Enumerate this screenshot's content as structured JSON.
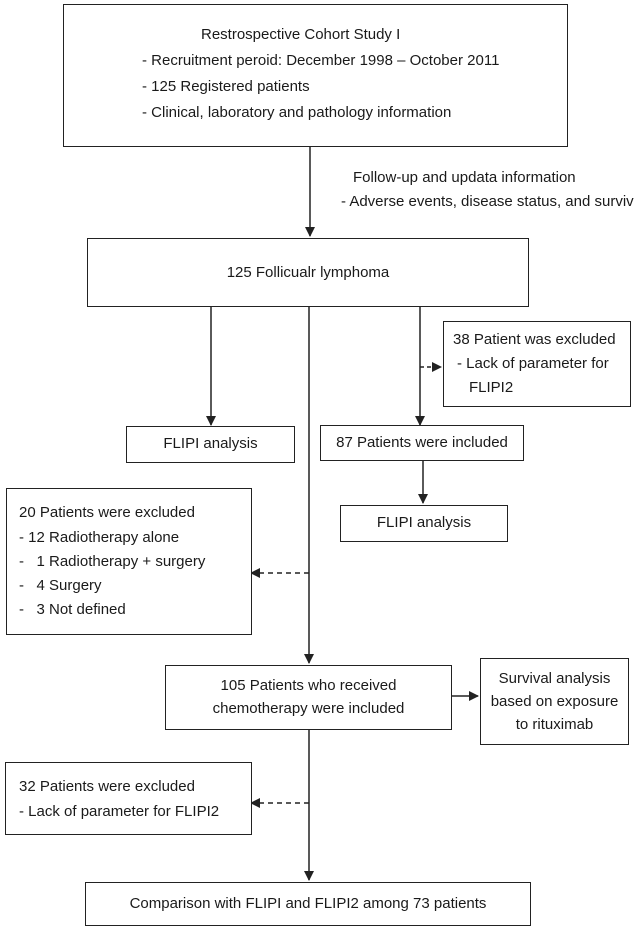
{
  "boxes": {
    "study": {
      "title": "Restrospective Cohort Study I",
      "lines": [
        "- Recruitment peroid: December 1998 – October 2011",
        "- 125 Registered patients",
        "- Clinical, laboratory and pathology information"
      ]
    },
    "followup": {
      "title": "Follow-up and updata information",
      "line": "- Adverse events, disease status, and survivial"
    },
    "fl125": {
      "text": "125 Follicualr lymphoma"
    },
    "excluded38": {
      "title": "38 Patient was excluded",
      "lines": [
        "- Lack of parameter for",
        "FLIPI2"
      ]
    },
    "flipi_left": {
      "text": "FLIPI analysis"
    },
    "included87": {
      "text": "87 Patients were included"
    },
    "flipi_right": {
      "text": "FLIPI analysis"
    },
    "excluded20": {
      "title": "20 Patients were excluded",
      "lines": [
        "- 12 Radiotherapy alone",
        "-   1 Radiotherapy + surgery",
        "-   4 Surgery",
        "-   3 Not defined"
      ]
    },
    "chemo105": {
      "lines": [
        "105 Patients who received",
        "chemotherapy were included"
      ]
    },
    "survival": {
      "lines": [
        "Survival analysis",
        "based on exposure",
        "to rituximab"
      ]
    },
    "excluded32": {
      "title": "32 Patients were excluded",
      "line": "- Lack of parameter for FLIPI2"
    },
    "comparison": {
      "text": "Comparison with FLIPI and FLIPI2 among 73 patients"
    }
  }
}
